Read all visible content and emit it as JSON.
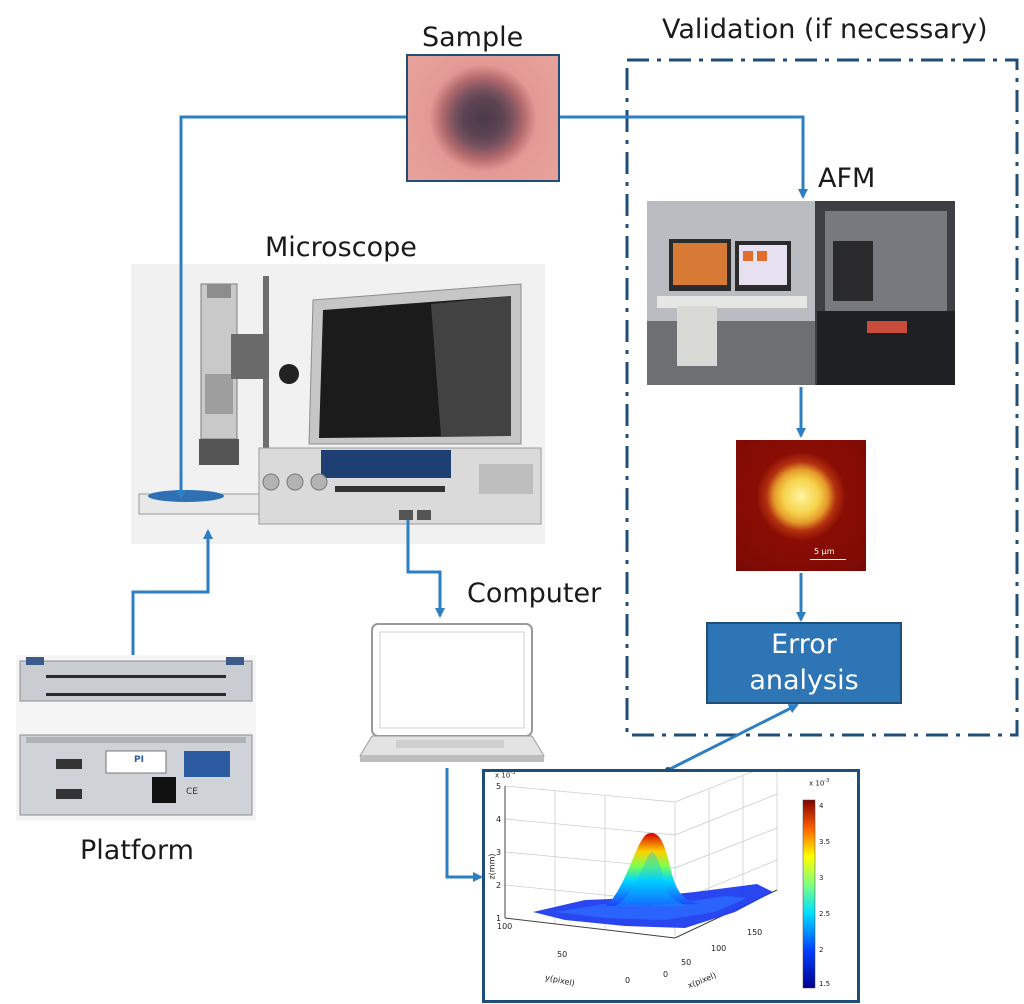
{
  "labels": {
    "sample": "Sample",
    "validation": "Validation (if necessary)",
    "afm": "AFM",
    "microscope": "Microscope",
    "computer": "Computer",
    "platform": "Platform",
    "error_analysis_line1": "Error",
    "error_analysis_line2": "analysis"
  },
  "afm_image": {
    "scale_bar": "5 µm"
  },
  "platform_device": {
    "brand": "PI",
    "marking": "CE"
  },
  "surface_plot": {
    "z_exponent": "x 10",
    "z_exponent_power": "-3",
    "zlabel": "z(mm)",
    "xlabel": "x(pixel)",
    "ylabel": "y(pixel)",
    "z_ticks": [
      "5",
      "4",
      "3",
      "2",
      "1"
    ],
    "y_ticks": [
      "100",
      "50",
      "0"
    ],
    "x_ticks": [
      "0",
      "50",
      "100",
      "150"
    ],
    "colorbar_exponent": "x 10",
    "colorbar_exponent_power": "-3",
    "colorbar_ticks": [
      "4",
      "3.5",
      "3",
      "2.5",
      "2",
      "1.5"
    ]
  },
  "colors": {
    "arrow": "#2e7fc2",
    "dashed_border": "#1f4e79",
    "error_box_fill": "#2e75b6",
    "error_box_border": "#1f4e79",
    "sample_fill": "#e39a95"
  }
}
